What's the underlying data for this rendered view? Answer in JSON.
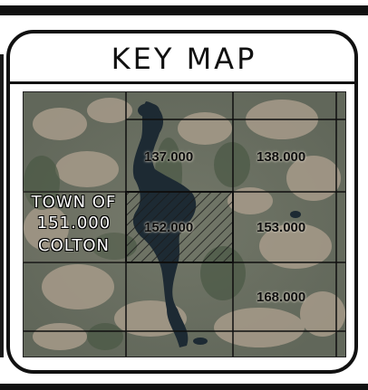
{
  "title": "KEY MAP",
  "tiles": [
    "137.000",
    "138.000",
    "152.000",
    "153.000",
    "168.000"
  ],
  "town": {
    "line1": "TOWN OF",
    "line2": "151.000",
    "line3": "COLTON"
  }
}
